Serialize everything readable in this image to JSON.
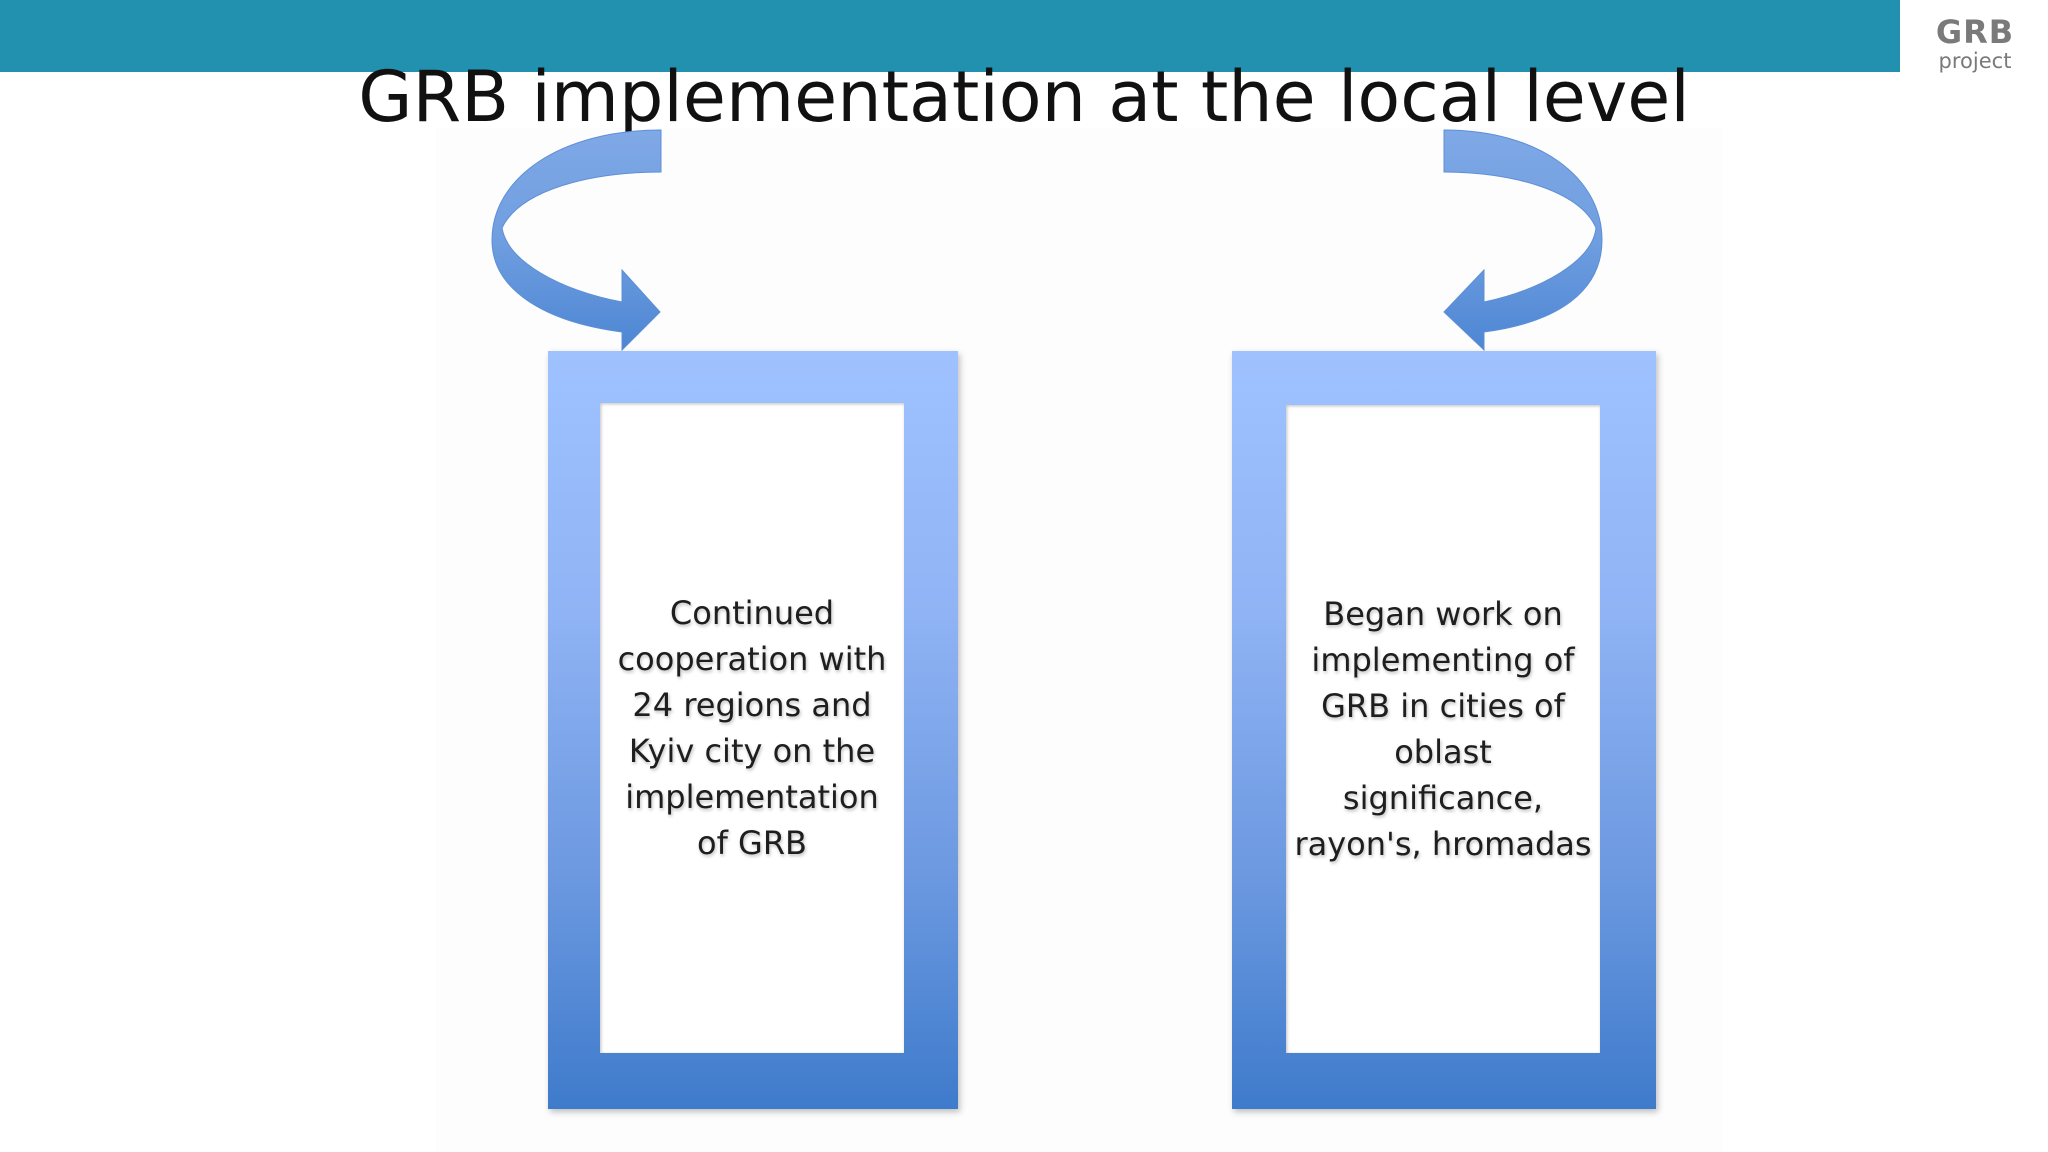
{
  "slide": {
    "title": "GRB implementation at the local level",
    "logo": {
      "main": "GRB",
      "sub": "project"
    }
  },
  "boxes": [
    {
      "text": "Continued\ncooperation with\n24 regions and\nKyiv city on the\nimplementation\nof GRB"
    },
    {
      "text": "Began work  on\nimplementing of\nGRB in cities of\noblast\nsignificance,\nrayon's, hromadas"
    }
  ],
  "colors": {
    "top_band": "#2291af",
    "frame_top": "#9fc2ff",
    "frame_bottom": "#3e7bcb",
    "arrow": "#6f9ee0"
  }
}
